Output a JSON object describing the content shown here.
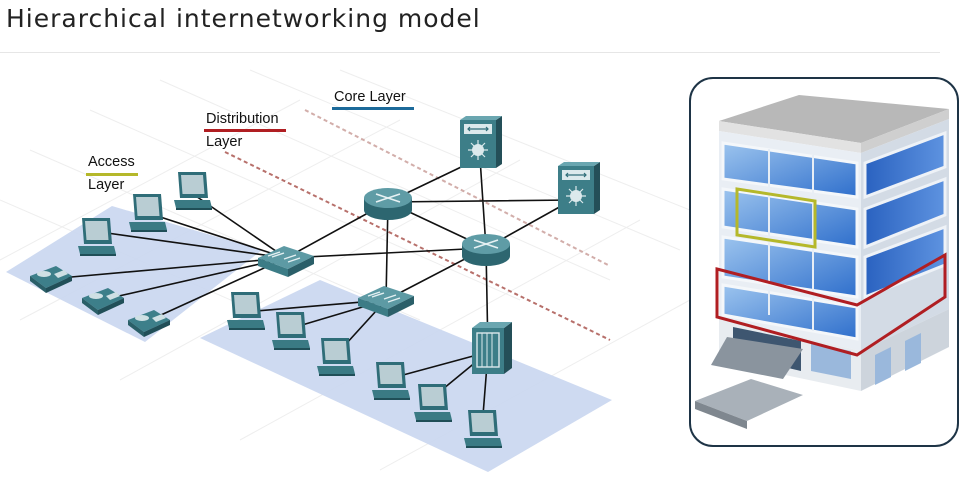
{
  "title": "Hierarchical internetworking model",
  "layers": {
    "access": {
      "line1": "Access",
      "line2": "Layer"
    },
    "distribution": {
      "line1": "Distribution",
      "line2": "Layer"
    },
    "core": {
      "line1": "Core Layer"
    }
  },
  "colors": {
    "access": "#b5b82a",
    "distribution": "#b01e22",
    "core": "#1c6a9a",
    "floor": "#c9d6f0",
    "device": "#2f6d78",
    "frame": "#1e3446"
  },
  "icons": [
    "pc-icon",
    "ip-phone-icon",
    "switch-icon",
    "router-icon",
    "multilayer-switch-icon",
    "server-icon",
    "office-building-icon"
  ]
}
